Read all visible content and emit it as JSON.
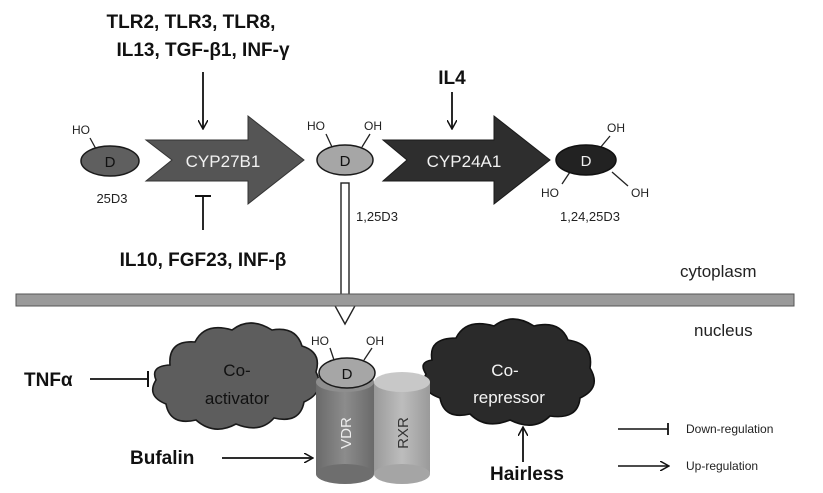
{
  "upper_regulators": {
    "line1": "TLR2, TLR3, TLR8,",
    "line2": "IL13, TGF-β1, INF-γ"
  },
  "lower_regulators": "IL10, FGF23, INF-β",
  "il4": "IL4",
  "molecules": {
    "m25d3": {
      "core": "D",
      "label": "25D3",
      "oh": [
        "HO"
      ]
    },
    "m125d3": {
      "core": "D",
      "label": "1,25D3",
      "oh": [
        "HO",
        "OH"
      ]
    },
    "m12425d3": {
      "core": "D",
      "label": "1,24,25D3",
      "oh": [
        "OH",
        "HO",
        "OH"
      ]
    }
  },
  "enzymes": {
    "cyp27b1": "CYP27B1",
    "cyp24a1": "CYP24A1"
  },
  "compartments": {
    "cytoplasm": "cytoplasm",
    "nucleus": "nucleus"
  },
  "receptor": {
    "ligand_core": "D",
    "oh": [
      "HO",
      "OH"
    ],
    "vdr": "VDR",
    "rxr": "RXR"
  },
  "coactivator": {
    "line1": "Co-",
    "line2": "activator"
  },
  "corepressor": {
    "line1": "Co-",
    "line2": "repressor"
  },
  "modulators": {
    "tnfa": "TNFα",
    "bufalin": "Bufalin",
    "hairless": "Hairless"
  },
  "legend": {
    "down": "Down-regulation",
    "up": "Up-regulation"
  },
  "colors": {
    "dark": "#2b2b2b",
    "mid": "#5a5a5a",
    "light": "#9c9c9c",
    "lighter": "#b8b8b8",
    "membrane": "#9a9a9a"
  }
}
